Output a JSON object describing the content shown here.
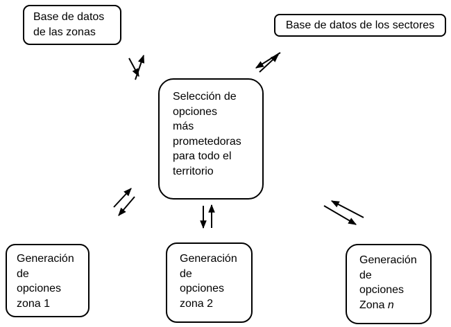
{
  "colors": {
    "background": "#ffffff",
    "box_fill": "#ffffff",
    "stroke": "#000000",
    "text": "#000000"
  },
  "boxes": {
    "zones_db": {
      "lines": [
        "Base de datos",
        "de las zonas"
      ]
    },
    "sectors_db": {
      "lines": [
        "Base de datos de los sectores"
      ]
    },
    "selection": {
      "lines": [
        "Selección de",
        "opciones",
        "más",
        "prometedoras",
        "para todo el",
        "territorio"
      ]
    },
    "zone1": {
      "lines": [
        "Generación",
        "de",
        "opciones",
        "zona 1"
      ]
    },
    "zone2": {
      "lines": [
        "Generación",
        "de",
        "opciones",
        "zona 2"
      ]
    },
    "zone_n": {
      "lines": [
        "Generación",
        "de",
        "opciones"
      ],
      "last_line": {
        "text": "Zona ",
        "var": "n"
      }
    }
  },
  "arrows": [
    {
      "between": [
        "zones_db",
        "selection"
      ],
      "bidirectional": true
    },
    {
      "between": [
        "sectors_db",
        "selection"
      ],
      "bidirectional": true
    },
    {
      "between": [
        "zone1",
        "selection"
      ],
      "bidirectional": true
    },
    {
      "between": [
        "zone2",
        "selection"
      ],
      "bidirectional": true
    },
    {
      "between": [
        "zone_n",
        "selection"
      ],
      "bidirectional": true
    }
  ]
}
